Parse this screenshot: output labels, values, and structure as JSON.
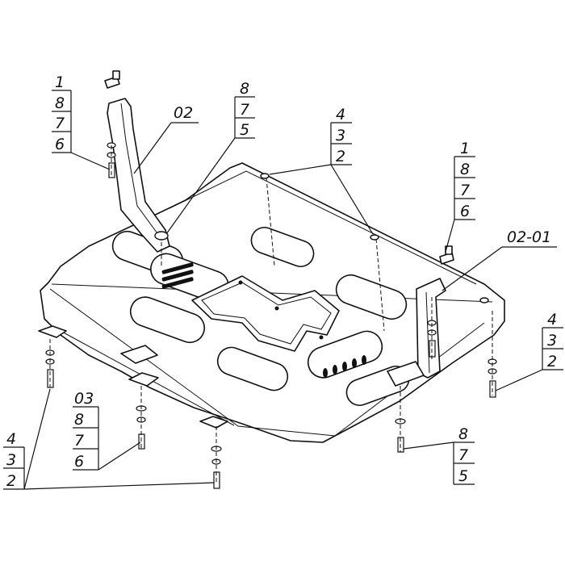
{
  "callouts": {
    "bracket_left_stack": [
      "1",
      "8",
      "7",
      "6"
    ],
    "bracket_left_part": "02",
    "center_stack": [
      "8",
      "7",
      "5"
    ],
    "top_stack": [
      "4",
      "3",
      "2"
    ],
    "bracket_right_stack": [
      "1",
      "8",
      "7",
      "6"
    ],
    "bracket_right_part": "02-01",
    "right_stack": [
      "4",
      "3",
      "2"
    ],
    "lower_left_stack": [
      "03",
      "8",
      "7",
      "6"
    ],
    "bottom_right_stack": [
      "8",
      "7",
      "5"
    ],
    "bottom_left_stack": [
      "4",
      "3",
      "2"
    ]
  }
}
